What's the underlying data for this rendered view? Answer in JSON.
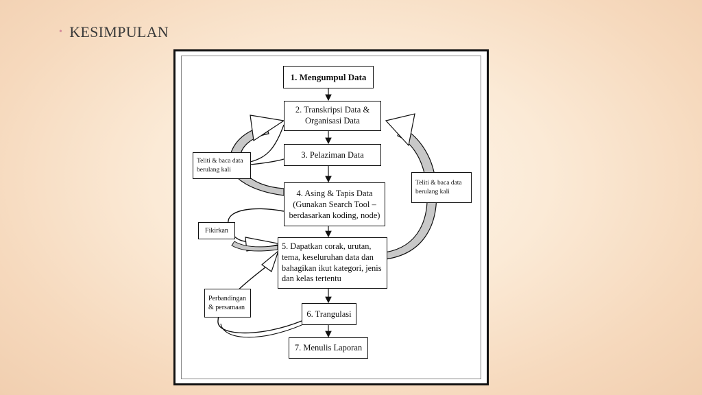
{
  "slide": {
    "bullet": "•",
    "title": "KESIMPULAN"
  },
  "steps": {
    "s1": "1. Mengumpul Data",
    "s2": "2. Transkripsi Data &\nOrganisasi Data",
    "s3": "3. Pelaziman Data",
    "s4": "4. Asing & Tapis Data\n(Gunakan Search Tool –\nberdasarkan koding, node)",
    "s5": "5. Dapatkan corak, urutan,\ntema, keseluruhan data dan\nbahagikan ikut kategori, jenis\ndan kelas tertentu",
    "s6": "6. Trangulasi",
    "s7": "7. Menulis Laporan"
  },
  "notes": {
    "teliti_left": "Teliti & baca data\nberulang kali",
    "teliti_right": "Teliti & baca data\nberulang kali",
    "fikirkan": "Fikirkan",
    "perbandingan": "Perbandingan\n& persamaan"
  }
}
